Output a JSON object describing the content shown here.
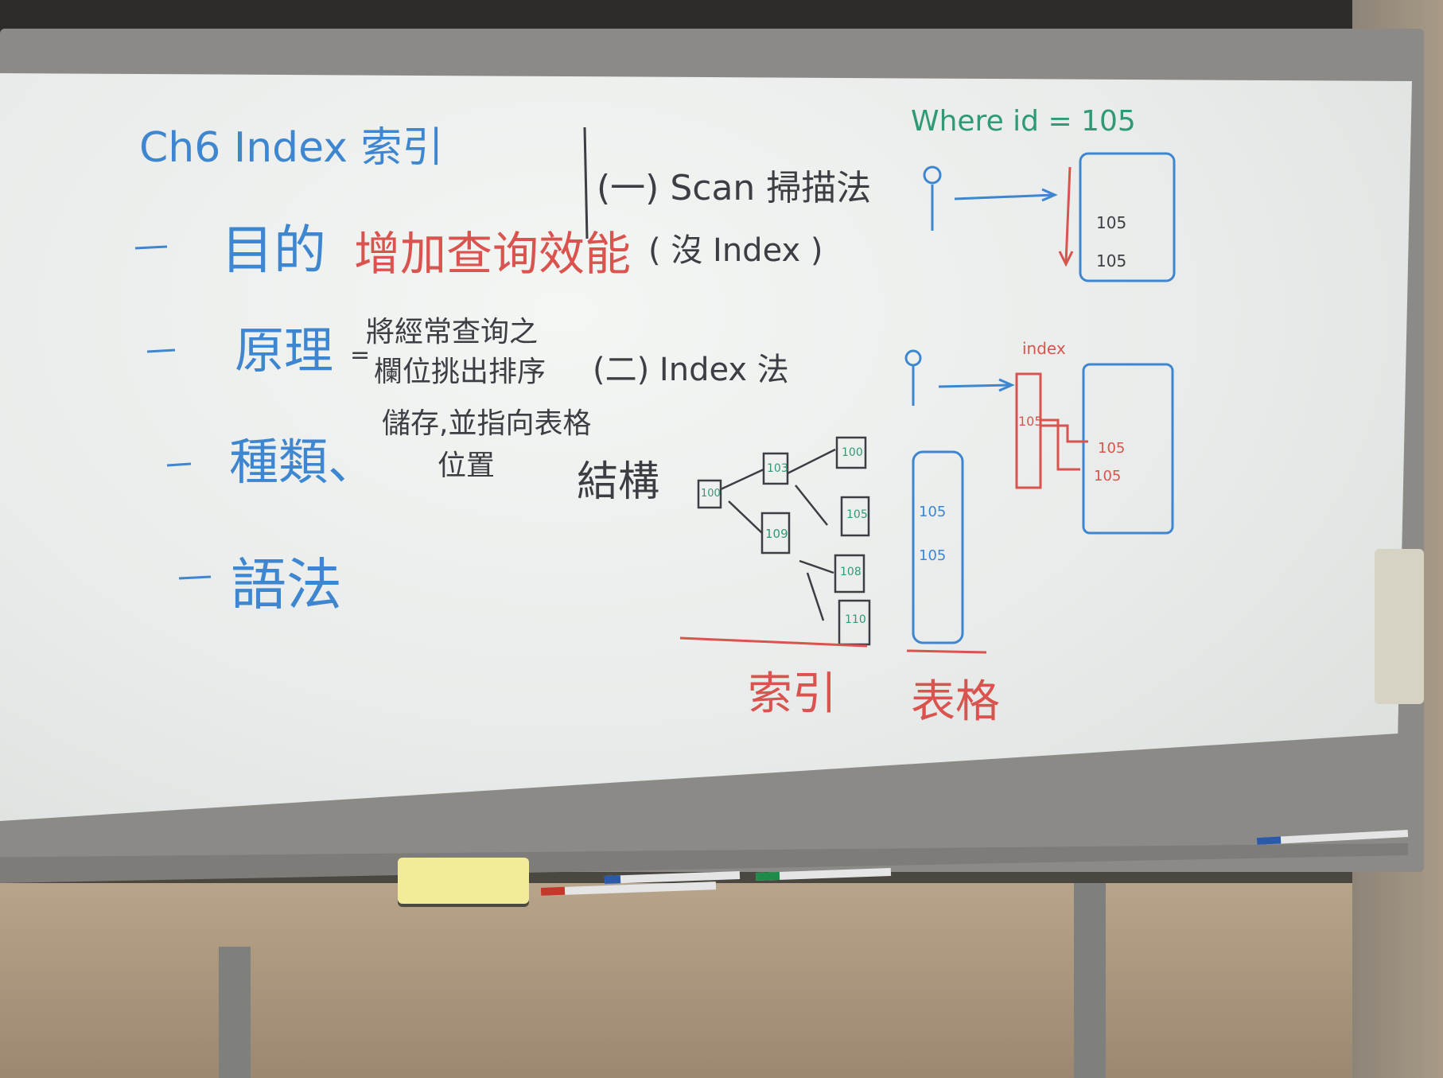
{
  "board": {
    "title": "Ch6  Index 索引",
    "bullets": {
      "purpose_label": "目的",
      "purpose_text": "增加查询效能",
      "principle_label": "原理",
      "principle_sep": "=",
      "principle_text": [
        "將經常查询之",
        "欄位挑出排序",
        "儲存,並指向表格",
        "位置"
      ],
      "types": "種類、",
      "syntax": "語法"
    },
    "method1": {
      "heading": "(一) Scan 掃描法",
      "no_index": "( 沒 Index )"
    },
    "method2": {
      "heading": "(二) Index 法",
      "structure": "結構"
    },
    "where_clause": "Where id = 105",
    "diagram_labels": {
      "index_tag": "index",
      "val_105_a": "105",
      "val_105_b": "105",
      "idx_105": "105",
      "tbl_105_a": "105",
      "tbl_105_b": "105",
      "col_105_a": "105",
      "col_105_b": "105",
      "tree_root": "100",
      "tree_n1": "103",
      "tree_n2": "109",
      "tree_leaf1": "100",
      "tree_leaf2": "105",
      "tree_leaf3": "108",
      "tree_leaf4": "110",
      "bottom_index": "索引",
      "bottom_table": "表格"
    },
    "colors": {
      "blue_marker": "#3e86cf",
      "red_marker": "#d9534f",
      "black_marker": "#3b3f44",
      "green_marker": "#2e9a76",
      "board_surface": "#eef0ee",
      "frame": "#8b8a86",
      "eraser": "#f2ec9a"
    }
  }
}
